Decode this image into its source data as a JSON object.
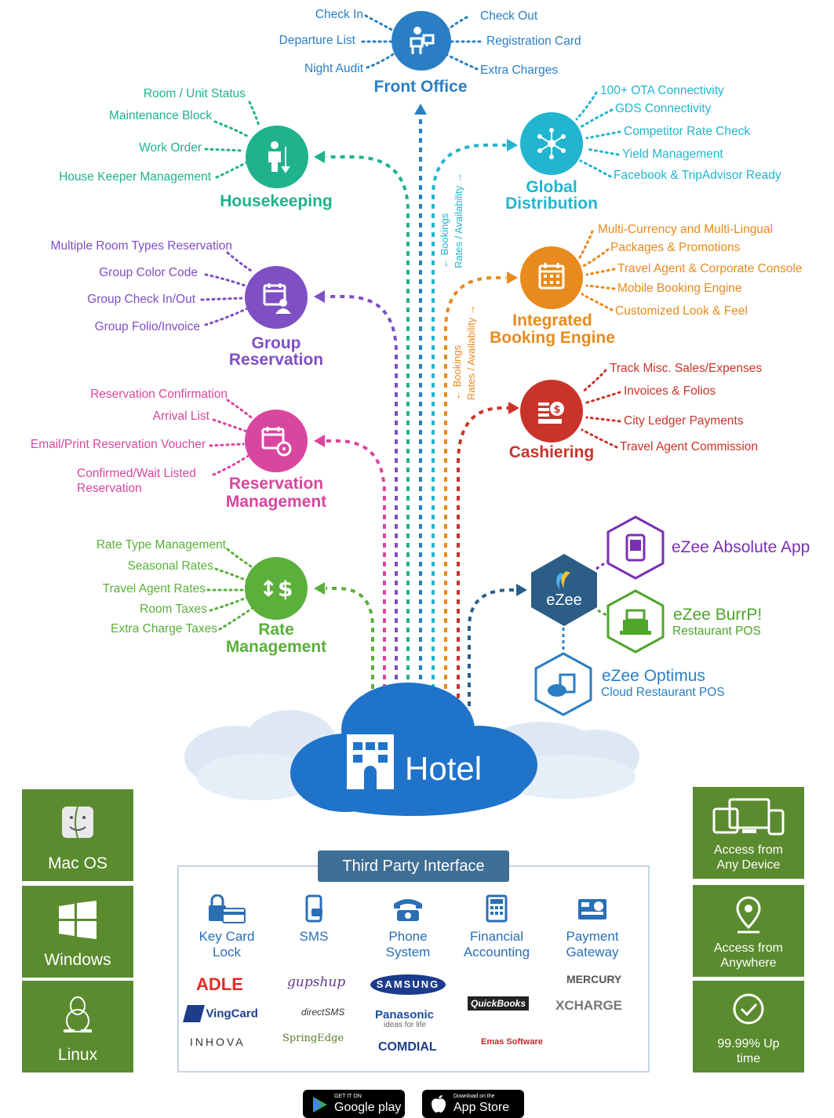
{
  "front_office": {
    "title": "Front Office",
    "color": "#2a7fc4",
    "left_items": [
      "Check In",
      "Departure List",
      "Night Audit"
    ],
    "right_items": [
      "Check Out",
      "Registration Card",
      "Extra Charges"
    ]
  },
  "housekeeping": {
    "title": "Housekeeping",
    "color": "#1fb28d",
    "items": [
      "Room / Unit Status",
      "Maintenance Block",
      "Work Order",
      "House Keeper Management"
    ]
  },
  "group_reservation": {
    "title_line1": "Group",
    "title_line2": "Reservation",
    "color": "#7f4fc4",
    "items": [
      "Multiple Room Types Reservation",
      "Group Color Code",
      "Group Check In/Out",
      "Group Folio/Invoice"
    ]
  },
  "reservation_management": {
    "title_line1": "Reservation",
    "title_line2": "Management",
    "color": "#d9469f",
    "items": [
      "Reservation Confirmation",
      "Arrival List",
      "Email/Print Reservation Voucher",
      "Confirmed/Wait Listed",
      "Reservation"
    ]
  },
  "rate_management": {
    "title_line1": "Rate",
    "title_line2": "Management",
    "color": "#5ab03b",
    "items": [
      "Rate Type Management",
      "Seasonal Rates",
      "Travel Agent Rates",
      "Room Taxes",
      "Extra Charge Taxes"
    ]
  },
  "global_distribution": {
    "title_line1": "Global",
    "title_line2": "Distribution",
    "color": "#22b5cf",
    "items": [
      "100+ OTA Connectivity",
      "GDS Connectivity",
      "Competitor Rate Check",
      "Yield Management",
      "Facebook & TripAdvisor Ready"
    ],
    "flow_bookings": "← Bookings",
    "flow_rates": "Rates / Availability →"
  },
  "booking_engine": {
    "title_line1": "Integrated",
    "title_line2": "Booking Engine",
    "color": "#e88a1d",
    "items": [
      "Multi-Currency and Multi-Lingual",
      "Packages & Promotions",
      "Travel Agent & Corporate Console",
      "Mobile Booking Engine",
      "Customized Look & Feel"
    ],
    "flow_bookings": "← Bookings",
    "flow_rates": "Rates / Availability →"
  },
  "cashiering": {
    "title": "Cashiering",
    "color": "#c9342a",
    "items": [
      "Track Misc. Sales/Expenses",
      "Invoices & Folios",
      "City Ledger Payments",
      "Travel Agent Commission"
    ]
  },
  "ezee": {
    "hub_label": "eZee",
    "hub_color": "#2b5d87",
    "products": [
      {
        "name": "eZee Absolute App",
        "sub": "",
        "color": "#7b2fb5"
      },
      {
        "name": "eZee BurrP!",
        "sub": "Restaurant POS",
        "color": "#4fa52a"
      },
      {
        "name": "eZee Optimus",
        "sub": "Cloud Restaurant POS",
        "color": "#2a7fc4"
      }
    ]
  },
  "hotel": {
    "label": "Hotel",
    "color": "#1f73c9"
  },
  "platforms": [
    "Mac OS",
    "Windows",
    "Linux"
  ],
  "access": [
    "Access from Any Device",
    "Access from Anywhere",
    "99.99% Up time"
  ],
  "third_party": {
    "title": "Third Party Interface",
    "categories": [
      {
        "l1": "Key Card",
        "l2": "Lock"
      },
      {
        "l1": "SMS",
        "l2": ""
      },
      {
        "l1": "Phone",
        "l2": "System"
      },
      {
        "l1": "Financial",
        "l2": "Accounting"
      },
      {
        "l1": "Payment",
        "l2": "Gateway"
      }
    ],
    "brands": {
      "adle": "ADLE",
      "vingcard": "VingCard",
      "inhova": "INHOVA",
      "gupshup": "gupshup",
      "directsms": "directSMS",
      "springedge": "SpringEdge",
      "samsung": "SAMSUNG",
      "panasonic": "Panasonic",
      "panasonic_tag": "ideas for life",
      "comdial": "COMDIAL",
      "quickbooks": "QuickBooks",
      "emas": "Emas Software",
      "mercury": "MERCURY",
      "xcharge": "XCHARGE"
    }
  },
  "stores": {
    "google_small": "GET IT ON",
    "google_big": "Google play",
    "apple_small": "Download on the",
    "apple_big": "App Store"
  }
}
